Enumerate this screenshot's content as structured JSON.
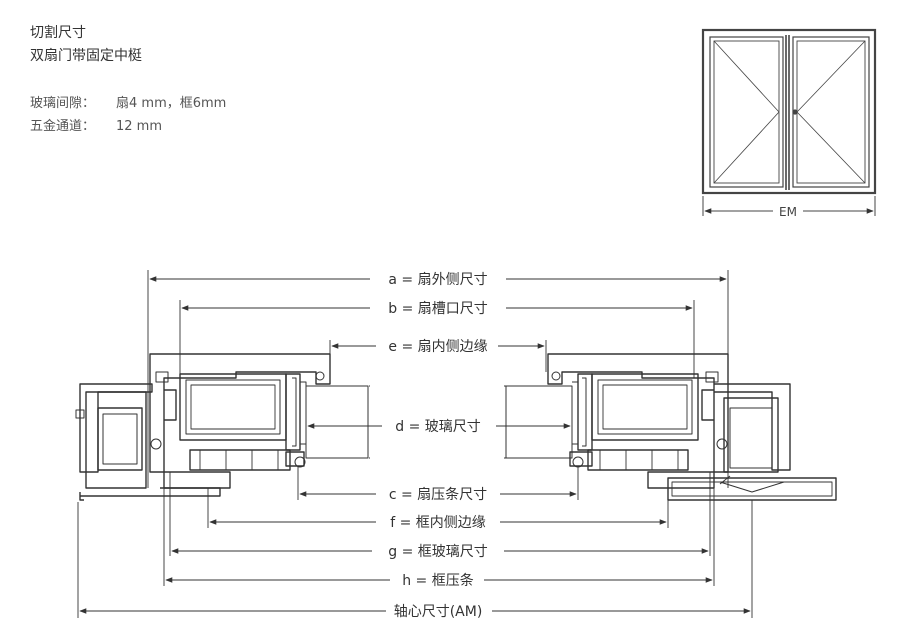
{
  "header": {
    "title": "切割尺寸",
    "subtitle": "双扇门带固定中梃"
  },
  "specs": [
    {
      "label": "玻璃间隙：",
      "value": "扇4 mm，框6mm"
    },
    {
      "label": "五金通道：",
      "value": "12 mm"
    }
  ],
  "elevation": {
    "em_label": "EM"
  },
  "dimensions": {
    "a": "a = 扇外侧尺寸",
    "b": "b = 扇槽口尺寸",
    "e": "e = 扇内侧边缘",
    "d": "d = 玻璃尺寸",
    "c": "c = 扇压条尺寸",
    "f": "f = 框内侧边缘",
    "g": "g = 框玻璃尺寸",
    "h": "h = 框压条",
    "am": "轴心尺寸(AM)"
  }
}
